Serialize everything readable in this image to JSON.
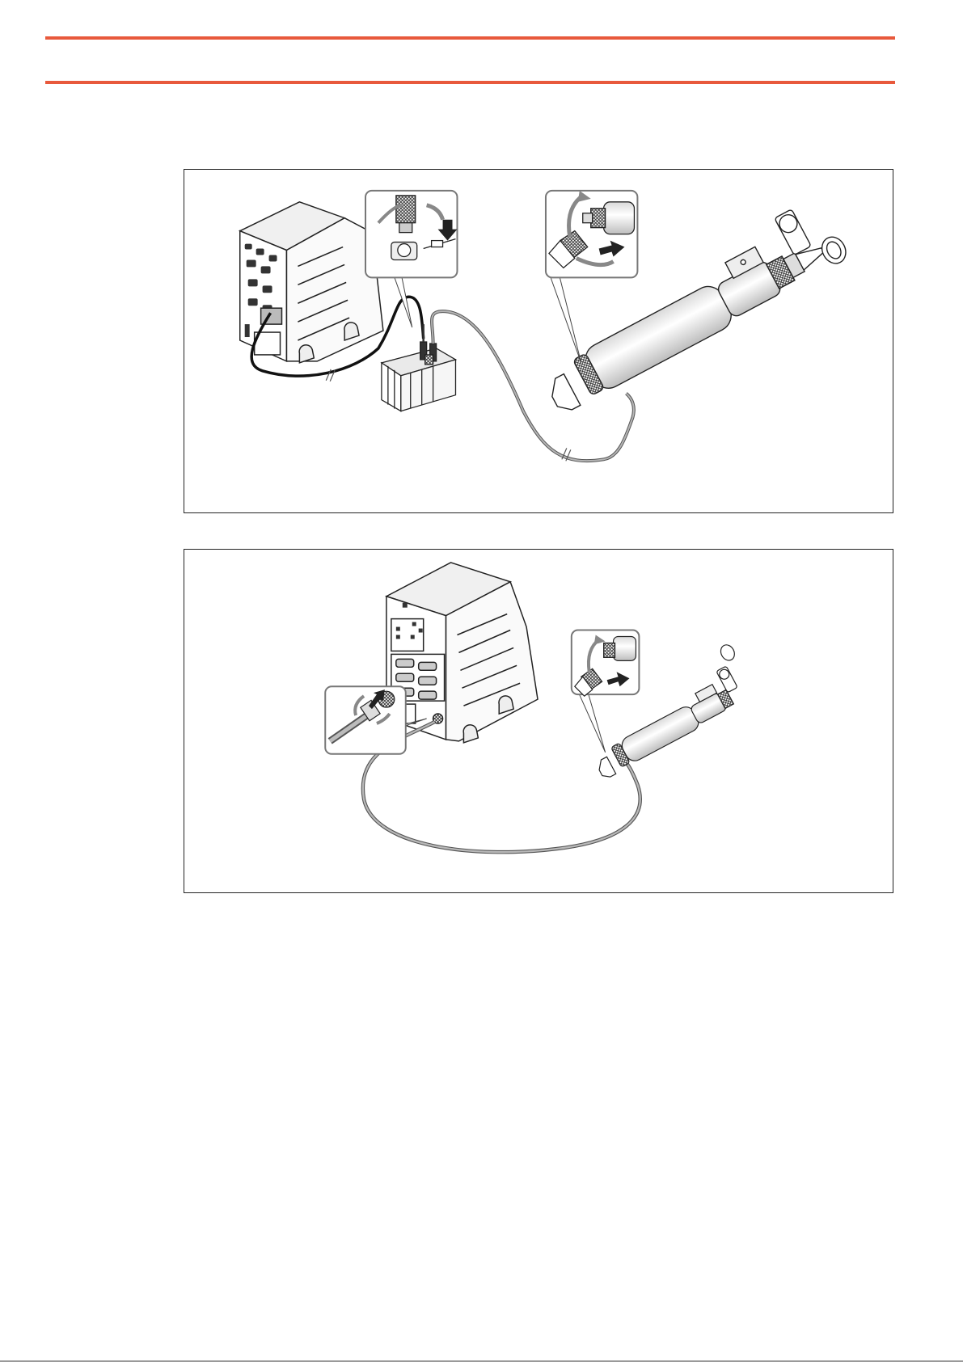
{
  "document": {
    "header_rule_color": "#e8593c",
    "figures": [
      {
        "id": "figure-1",
        "depicts": [
          "controller-unit",
          "valve-terminal-module",
          "connection-cable",
          "spindle-motor",
          "connector-detail-callout-a",
          "connector-detail-callout-b"
        ]
      },
      {
        "id": "figure-2",
        "depicts": [
          "controller-unit",
          "connection-cable",
          "spindle-motor",
          "connector-detail-callout-a",
          "connector-detail-callout-b"
        ]
      }
    ]
  }
}
